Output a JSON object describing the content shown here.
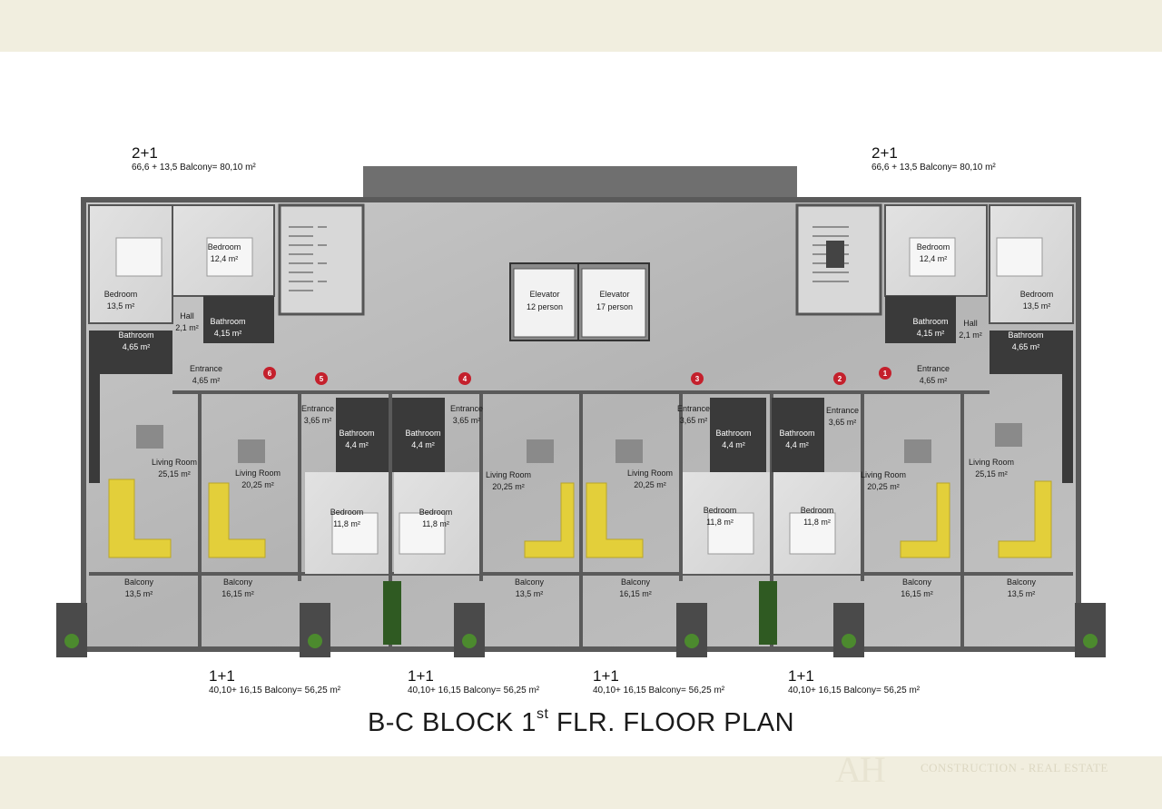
{
  "units_top": [
    {
      "type": "2+1",
      "area": "66,6 + 13,5 Balcony= 80,10 m²"
    },
    {
      "type": "2+1",
      "area": "66,6 + 13,5 Balcony= 80,10 m²"
    }
  ],
  "units_bottom": [
    {
      "type": "1+1",
      "area": "40,10+ 16,15 Balcony= 56,25 m²"
    },
    {
      "type": "1+1",
      "area": "40,10+ 16,15 Balcony= 56,25 m²"
    },
    {
      "type": "1+1",
      "area": "40,10+ 16,15 Balcony= 56,25 m²"
    },
    {
      "type": "1+1",
      "area": "40,10+ 16,15 Balcony= 56,25 m²"
    }
  ],
  "title": {
    "main": "B-C BLOCK 1",
    "sup": "st",
    "rest": " FLR. FLOOR PLAN"
  },
  "brand": {
    "mark": "AH",
    "text": "CONSTRUCTION - REAL ESTATE"
  },
  "elevators": [
    {
      "name": "Elevator",
      "capacity": "12 person"
    },
    {
      "name": "Elevator",
      "capacity": "17 person"
    }
  ],
  "markers": [
    "1",
    "2",
    "3",
    "4",
    "5",
    "6"
  ],
  "rooms": [
    {
      "name": "Bedroom",
      "area": "12,4 m²"
    },
    {
      "name": "Bedroom",
      "area": "13,5 m²"
    },
    {
      "name": "Hall",
      "area": "2,1 m²"
    },
    {
      "name": "Bathroom",
      "area": "4,15 m²"
    },
    {
      "name": "Bathroom",
      "area": "4,65 m²"
    },
    {
      "name": "Entrance",
      "area": "4,65 m²"
    },
    {
      "name": "Living Room",
      "area": "25,15 m²"
    },
    {
      "name": "Balcony",
      "area": "13,5 m²"
    },
    {
      "name": "Entrance",
      "area": "3,65 m²"
    },
    {
      "name": "Bathroom",
      "area": "4,4 m²"
    },
    {
      "name": "Living Room",
      "area": "20,25 m²"
    },
    {
      "name": "Bedroom",
      "area": "11,8 m²"
    },
    {
      "name": "Balcony",
      "area": "16,15 m²"
    }
  ],
  "colors": {
    "wall": "#5a5a5a",
    "floor": "#bdbdbd",
    "core": "#6e6e6e",
    "sofa": "#e3cf3a",
    "marker": "#c4202c"
  }
}
